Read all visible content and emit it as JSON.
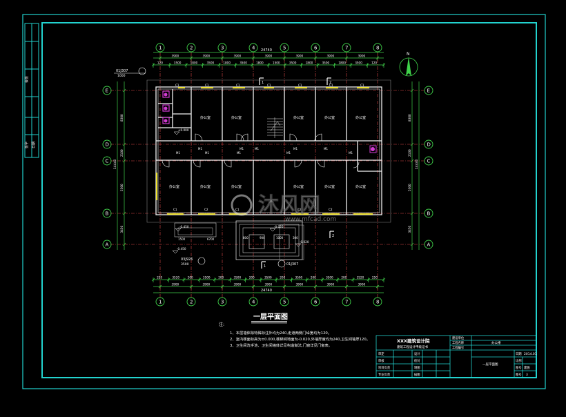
{
  "drawing": {
    "title": "一层平面图",
    "notes_heading": "注:",
    "notes": [
      "1、本层墙体除特殊标注外均为240,走道两侧门垛宽均为120。",
      "2、室内楼面标高为±0.000,楼梯间地面为-0.020,外墙厚度均为240,卫生间墙厚120。",
      "3、卫生间洗手池、卫生间墙体详见构造做法,门窗详见门窗表。"
    ],
    "top_total": "24740",
    "bottom_total": "24740",
    "top_dims_upper": [
      "3900",
      "3900",
      "3900",
      "3900",
      "3900",
      "3900",
      "3900"
    ],
    "top_dims_lower": [
      "120",
      "3500",
      "1800",
      "3500",
      "1800",
      "3500",
      "1800",
      "1500",
      "3500",
      "1800",
      "3500",
      "1800",
      "3500",
      "120"
    ],
    "bottom_dims_upper": [
      "3900",
      "3900",
      "3900",
      "3900",
      "3900",
      "3900",
      "3900"
    ],
    "bottom_dims_lower": [
      "250",
      "3520",
      "200",
      "3500",
      "200",
      "3500",
      "200",
      "3500",
      "200",
      "3500",
      "200",
      "3500",
      "200",
      "3520",
      "250"
    ],
    "axis_numbers": [
      "1",
      "2",
      "3",
      "4",
      "5",
      "6",
      "7",
      "8"
    ],
    "axis_letters": [
      "E",
      "D",
      "C",
      "B",
      "A"
    ],
    "left_dims": [
      "8300",
      "2100",
      "5300",
      "3450"
    ],
    "left_total": "14440",
    "right_dims": [
      "8300",
      "2100",
      "5300",
      "3450"
    ],
    "right_total": "14440",
    "rooms_upper": [
      "办公室",
      "办公室",
      "办公室",
      "办公室",
      "办公室",
      "办公室"
    ],
    "rooms_lower": [
      "办公室",
      "办公室",
      "办公室",
      "办公室",
      "办公室",
      "办公室"
    ],
    "windows_upper": [
      "C1",
      "C1",
      "C1",
      "C1",
      "C1",
      "C1",
      "C1"
    ],
    "windows_lower": [
      "C1",
      "C2",
      "C1",
      "C2",
      "C2"
    ],
    "doors": [
      "M1",
      "M1",
      "M1",
      "M1",
      "M1",
      "M1",
      "M1",
      "M1",
      "M1",
      "M1"
    ],
    "section_marks": [
      "1",
      "2"
    ],
    "detail_ref_top": "01J307",
    "detail_ref_top_sub": "1000",
    "detail_ref_bottom": "01J307",
    "detail_ref_left": "03J926",
    "detail_ref_left_sub": "3500",
    "elevations": [
      "-0.450",
      "-0.020",
      "±0.000",
      "-0.450",
      "-0.020"
    ],
    "entrance_dims": [
      "1500",
      "6700",
      "800",
      "900",
      "1000",
      "300"
    ],
    "north_label": "N"
  },
  "title_block": {
    "company": "XXX建筑设计院",
    "company_sub": "建筑工程设计甲级证书",
    "project_label": "建设单位",
    "project_value": "",
    "name_label": "工程名称",
    "name_value": "办公楼",
    "sheet_label": "工程编号",
    "sheet_value": "",
    "drawing_name": "一层平面图",
    "date_label": "日期",
    "date_value": "2014.01",
    "rows_left": [
      [
        "审定",
        "",
        "设计",
        ""
      ],
      [
        "审核",
        "",
        "校对",
        ""
      ],
      [
        "项目负责",
        "",
        "制图",
        ""
      ],
      [
        "专业负责",
        "",
        "描图",
        ""
      ]
    ],
    "scale_label": "比例",
    "sheet_no_label": "图号",
    "sheet_no_value": "建施",
    "sheet_count_label": "图号",
    "sheet_count_value": "3"
  },
  "left_strip": [
    "会签",
    "签字",
    "日期"
  ],
  "watermark": {
    "text": "沐风网",
    "url": "www.mfcad.com"
  },
  "colors": {
    "background": "#000000",
    "frame": "#22d3cf",
    "wall": "#f2f2f2",
    "dimension": "#3fd24a",
    "axis": "#e04848",
    "text": "#ffffff",
    "window": "#f0e430",
    "accent": "#d23bd2",
    "cyan": "#35c9e8"
  }
}
